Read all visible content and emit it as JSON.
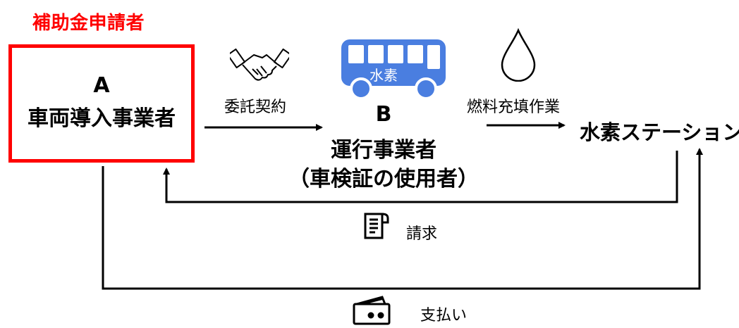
{
  "applicant_label": "補助金申請者",
  "party_a": {
    "letter": "A",
    "name": "車両導入事業者"
  },
  "contract_label": "委託契約",
  "party_b": {
    "letter": "B",
    "name": "運行事業者",
    "sub": "（車検証の使用者）"
  },
  "bus_label": "水素",
  "fuel_label": "燃料充填作業",
  "station_label": "水素ステーション",
  "billing_label": "請求",
  "payment_label": "支払い",
  "colors": {
    "highlight": "#ff0000",
    "bus": "#4a7ee0",
    "line": "#000000"
  },
  "icons": [
    "handshake-icon",
    "bus-icon",
    "water-drop-icon",
    "invoice-icon",
    "wallet-icon"
  ]
}
